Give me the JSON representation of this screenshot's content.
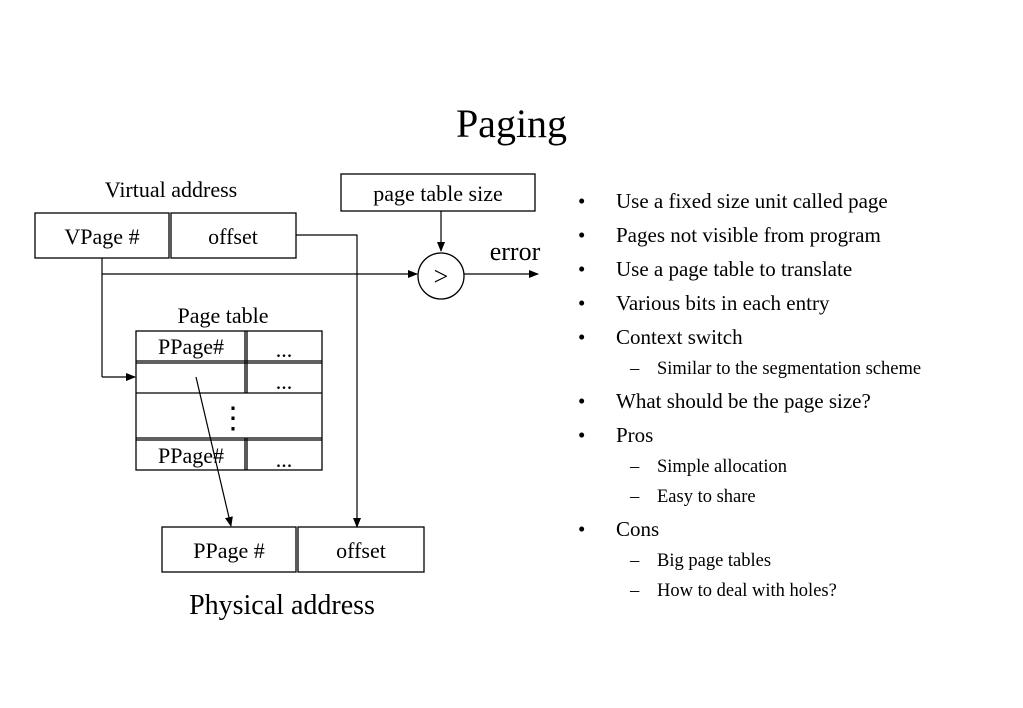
{
  "slide": {
    "title": "Paging"
  },
  "diagram": {
    "virtual_address_label": "Virtual address",
    "vpage_label": "VPage #",
    "offset_label": "offset",
    "page_table_size_label": "page table size",
    "compare_symbol": ">",
    "error_label": "error",
    "page_table_label": "Page table",
    "ppage_entry_label": "PPage#",
    "ellipsis": "...",
    "vertical_dots": "⋮",
    "physical_ppage_label": "PPage #",
    "physical_offset_label": "offset",
    "physical_address_label": "Physical address"
  },
  "bullets": [
    {
      "level": 1,
      "marker": "•",
      "text": "Use a fixed size unit called page"
    },
    {
      "level": 1,
      "marker": "•",
      "text": "Pages not visible from program"
    },
    {
      "level": 1,
      "marker": "•",
      "text": "Use a page table to translate"
    },
    {
      "level": 1,
      "marker": "•",
      "text": "Various bits in each entry"
    },
    {
      "level": 1,
      "marker": "•",
      "text": "Context switch"
    },
    {
      "level": 2,
      "marker": "–",
      "text": "Similar to the segmentation scheme"
    },
    {
      "level": 1,
      "marker": "•",
      "text": "What should be the page size?"
    },
    {
      "level": 1,
      "marker": "•",
      "text": "Pros"
    },
    {
      "level": 2,
      "marker": "–",
      "text": "Simple allocation"
    },
    {
      "level": 2,
      "marker": "–",
      "text": "Easy to share"
    },
    {
      "level": 1,
      "marker": "•",
      "text": "Cons"
    },
    {
      "level": 2,
      "marker": "–",
      "text": "Big page tables"
    },
    {
      "level": 2,
      "marker": "–",
      "text": "How to deal with holes?"
    }
  ]
}
